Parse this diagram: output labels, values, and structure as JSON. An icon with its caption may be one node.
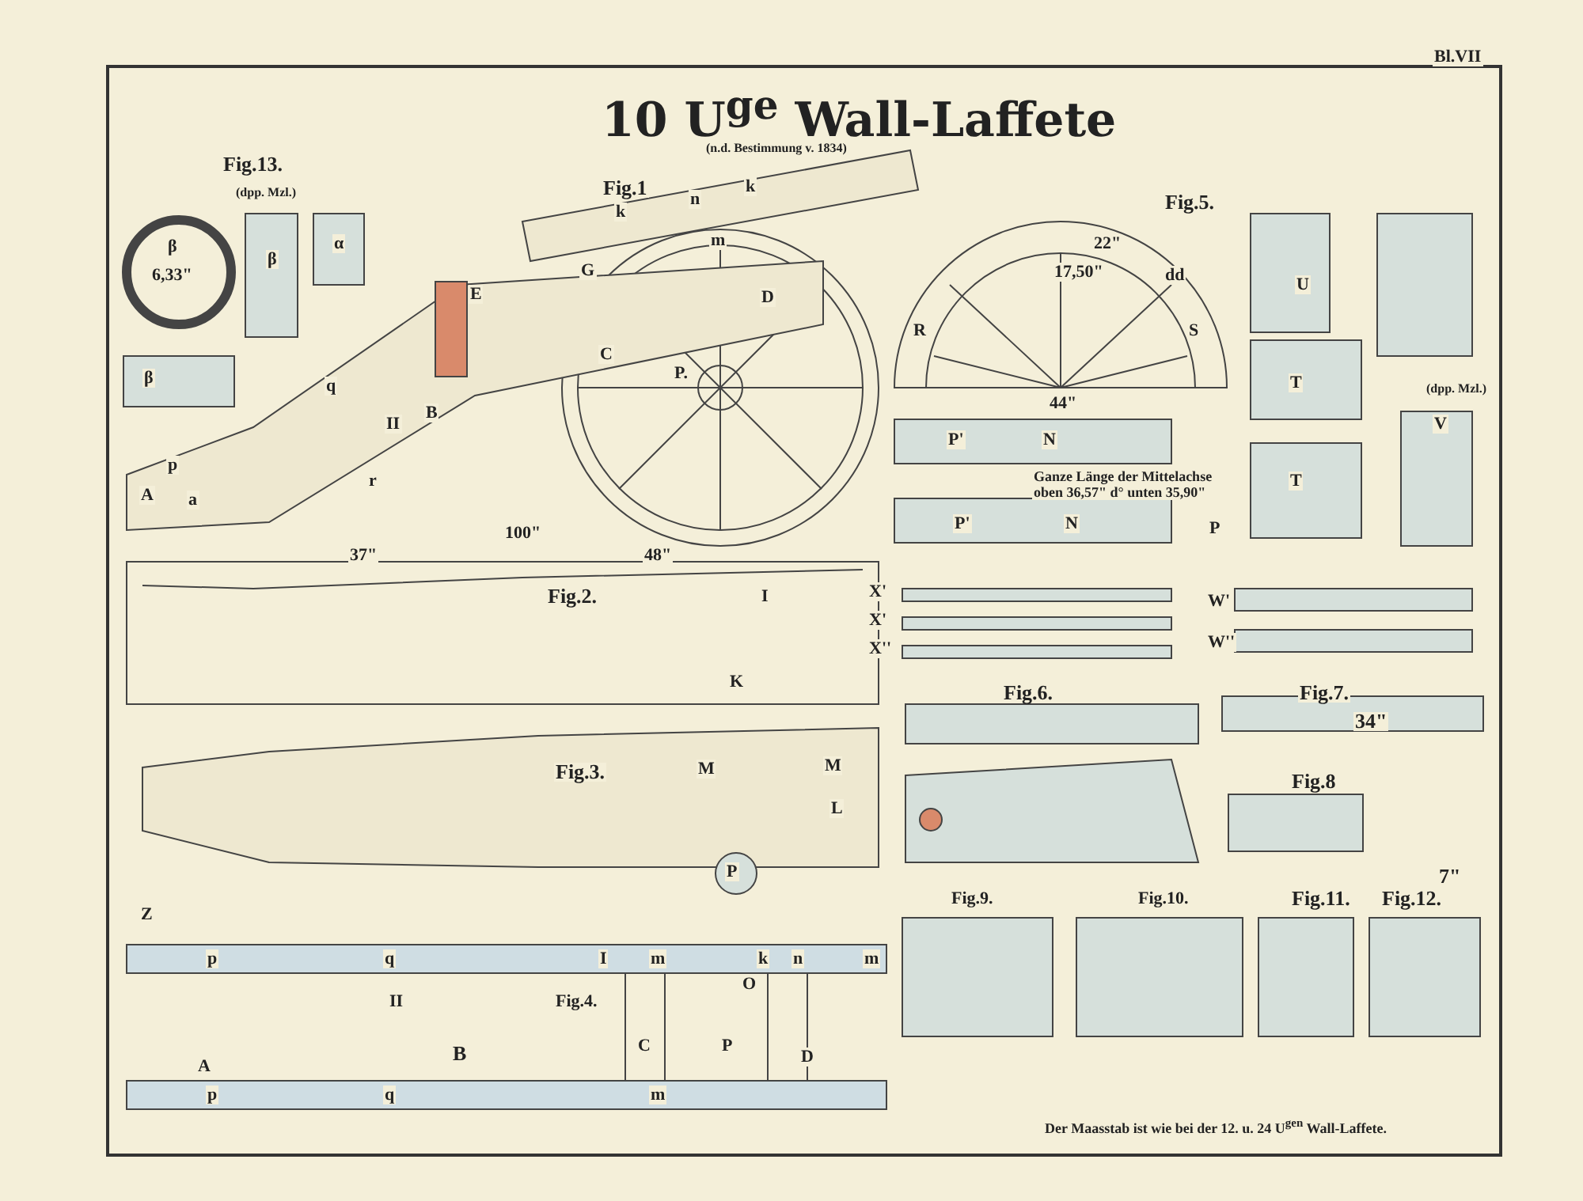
{
  "diagram": {
    "title": "10 U$^{ge}$ Wall-Laffete",
    "caption": "Der Maasstab ist wie bei der 12. u. 24 U$^{gen}$ Wall-Laffete.",
    "labels": [
      "(n.d. Bestimmung v. 1834)",
      "Bl.VII",
      "Fig.13.",
      "(dpp. Mzl.)",
      "β",
      "6,33\"",
      "β",
      "α",
      "β",
      "Fig.1",
      "k",
      "n",
      "k",
      "m",
      "E",
      "G",
      "D",
      "C",
      "P.",
      "B",
      "II",
      "A",
      "a",
      "p",
      "q",
      "r",
      "Fig.5.",
      "22\"",
      "17,50\"",
      "dd",
      "R",
      "S",
      "44\"",
      "U",
      "T",
      "T",
      "(dpp. Mzl.)",
      "V",
      "P'",
      "N",
      "Ganze Länge der Mittelachse oben 36,57\" d° unten 35,90\"",
      "P'",
      "N",
      "P",
      "X'",
      "X'",
      "X''",
      "W'",
      "W''",
      "100\"",
      "37\"",
      "48\"",
      "Fig.2.",
      "I",
      "K",
      "Fig.3.",
      "M",
      "M",
      "L",
      "P",
      "Fig.6.",
      "Fig.7.",
      "34\"",
      "Fig.8",
      "Z",
      "p",
      "q",
      "I",
      "m",
      "k",
      "n",
      "m",
      "II",
      "Fig.4.",
      "O",
      "A",
      "B",
      "C",
      "P",
      "D",
      "p",
      "q",
      "m",
      "Fig.9.",
      "Fig.10.",
      "Fig.11.",
      "Fig.12.",
      "7\""
    ]
  }
}
